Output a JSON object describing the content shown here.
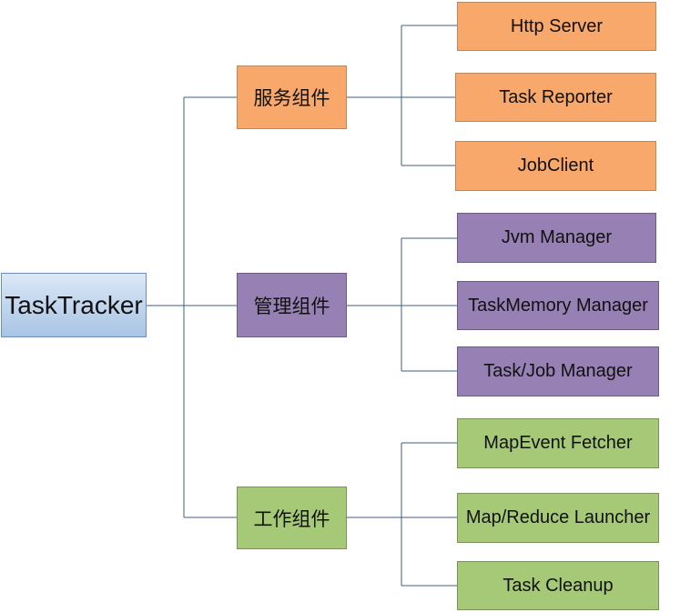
{
  "root": {
    "label": "TaskTracker"
  },
  "groups": [
    {
      "label": "服务组件",
      "color": "#f8a86b",
      "items": [
        "Http Server",
        "Task Reporter",
        "JobClient"
      ]
    },
    {
      "label": "管理组件",
      "color": "#9780b4",
      "items": [
        "Jvm Manager",
        "TaskMemory Manager",
        "Task/Job Manager"
      ]
    },
    {
      "label": "工作组件",
      "color": "#a6c977",
      "items": [
        "MapEvent Fetcher",
        "Map/Reduce Launcher",
        "Task Cleanup"
      ]
    }
  ],
  "line_color": "#3d5f86"
}
